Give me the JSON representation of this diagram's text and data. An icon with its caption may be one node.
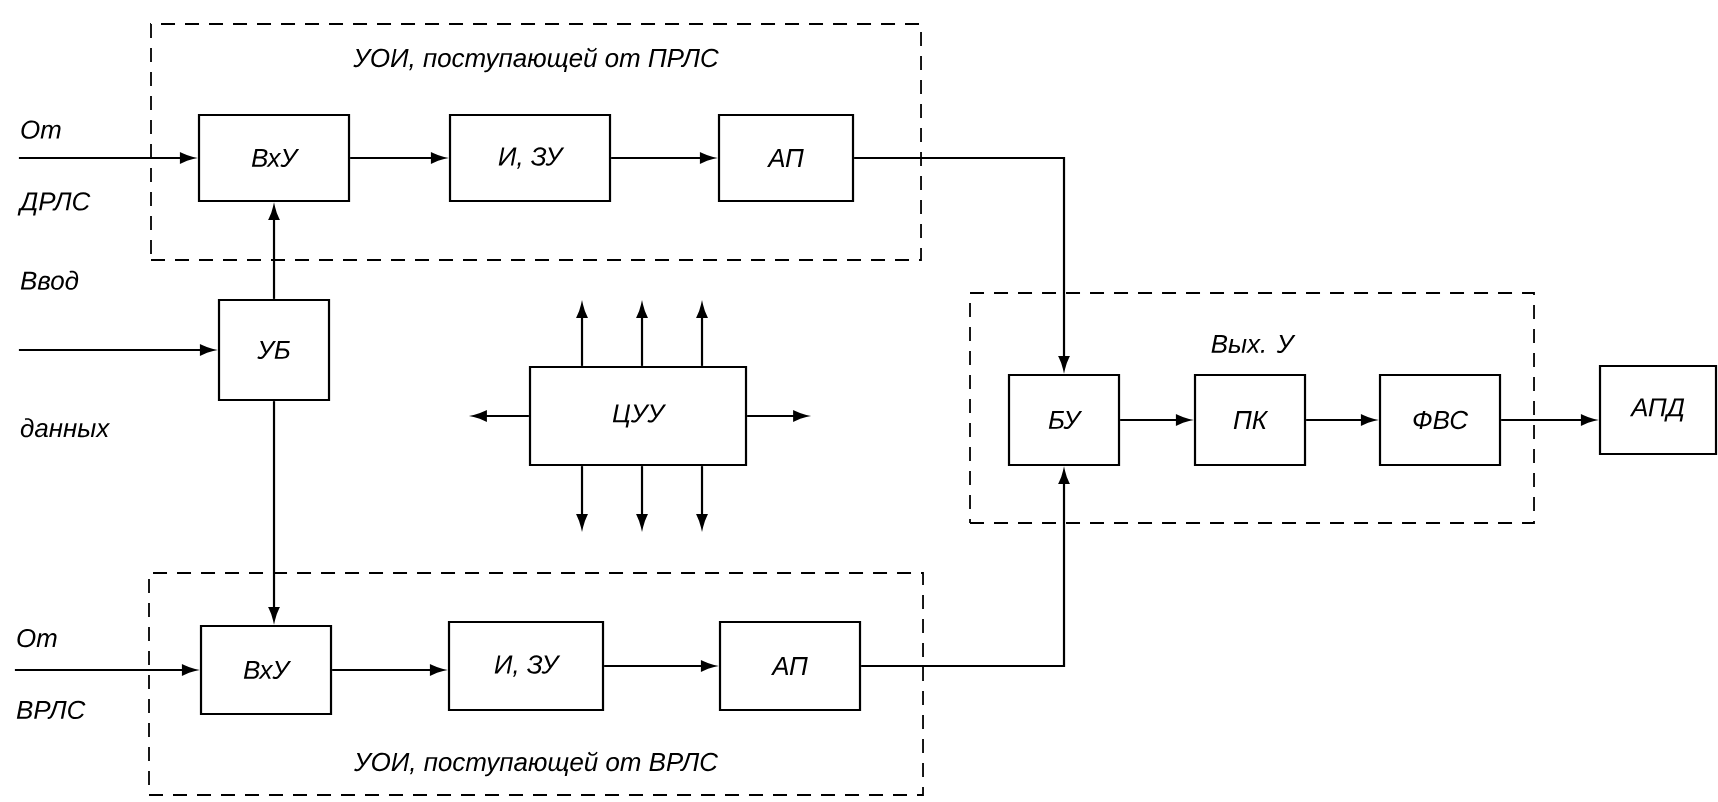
{
  "diagram": {
    "nodes": [
      {
        "text": [
          "УОИ, поступающей от ПРЛС"
        ]
      },
      {
        "text": [
          "ВхУ"
        ],
        "in": 0
      },
      {
        "text": [
          "И, ЗУ"
        ],
        "in": 0
      },
      {
        "text": [
          "АП"
        ],
        "in": 0
      },
      {
        "text": [
          "От ДРЛС"
        ]
      },
      {
        "text": [
          "Ввод данных"
        ]
      },
      {
        "text": [
          "УБ"
        ]
      },
      {
        "text": [
          "ЦУУ"
        ]
      },
      {
        "text": [
          "УОИ, поступающей от ВРЛС"
        ]
      },
      {
        "text": [
          "ВхУ"
        ],
        "in": 8
      },
      {
        "text": [
          "И, ЗУ"
        ],
        "in": 8
      },
      {
        "text": [
          "АП"
        ],
        "in": 8
      },
      {
        "text": [
          "От ВРЛС"
        ]
      },
      {
        "text": [
          "Вых. У"
        ]
      },
      {
        "text": [
          "БУ"
        ],
        "in": 13
      },
      {
        "text": [
          "ПК"
        ],
        "in": 13
      },
      {
        "text": [
          "ФВС"
        ],
        "in": 13
      },
      {
        "text": [
          "АПД"
        ]
      }
    ],
    "edges": [
      {
        "from": 4,
        "to": 1,
        "arrow": "to"
      },
      {
        "from": 1,
        "to": 2,
        "arrow": "to"
      },
      {
        "from": 2,
        "to": 3,
        "arrow": "to"
      },
      {
        "from": 5,
        "to": 6,
        "arrow": "to"
      },
      {
        "from": 6,
        "to": 1,
        "arrow": "to"
      },
      {
        "from": 6,
        "to": 9,
        "arrow": "to"
      },
      {
        "from": 12,
        "to": 9,
        "arrow": "to"
      },
      {
        "from": 9,
        "to": 10,
        "arrow": "to"
      },
      {
        "from": 10,
        "to": 11,
        "arrow": "to"
      },
      {
        "from": 3,
        "to": 14,
        "arrow": "to"
      },
      {
        "from": 11,
        "to": 14,
        "arrow": "to"
      },
      {
        "from": 14,
        "to": 15,
        "arrow": "to"
      },
      {
        "from": 15,
        "to": 16,
        "arrow": "to"
      },
      {
        "from": 16,
        "to": 17,
        "arrow": "to"
      },
      {
        "from": 7,
        "to": null,
        "arrow": "to"
      },
      {
        "from": 7,
        "to": null,
        "arrow": "to"
      },
      {
        "from": 7,
        "to": null,
        "arrow": "to"
      },
      {
        "from": 7,
        "to": null,
        "arrow": "to"
      },
      {
        "from": 7,
        "to": null,
        "arrow": "to"
      },
      {
        "from": 7,
        "to": null,
        "arrow": "to"
      },
      {
        "from": 7,
        "to": null,
        "arrow": "to"
      },
      {
        "from": 7,
        "to": null,
        "arrow": "to"
      }
    ]
  }
}
